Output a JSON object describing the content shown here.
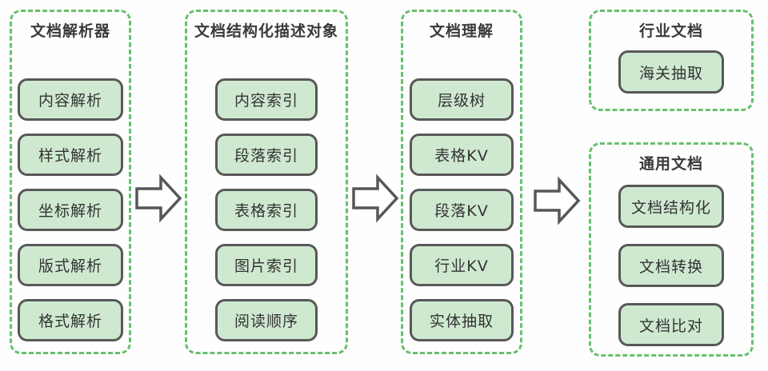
{
  "diagram": {
    "title": "document-processing-pipeline",
    "colors": {
      "background": "#fefefe",
      "group_dashed_border": "#68c06c",
      "box_fill": "#cfe9d0",
      "box_border": "#585858",
      "text": "#3a3a3a",
      "arrow_fill": "#ffffff",
      "arrow_outline": "#575757"
    },
    "columns": [
      {
        "title": "文档解析器",
        "items": [
          "内容解析",
          "样式解析",
          "坐标解析",
          "版式解析",
          "格式解析"
        ]
      },
      {
        "title": "文档结构化描述对象",
        "items": [
          "内容索引",
          "段落索引",
          "表格索引",
          "图片索引",
          "阅读顺序"
        ]
      },
      {
        "title": "文档理解",
        "items": [
          "层级树",
          "表格KV",
          "段落KV",
          "行业KV",
          "实体抽取"
        ]
      },
      {
        "title": "行业文档",
        "items": [
          "海关抽取"
        ]
      },
      {
        "title": "通用文档",
        "items": [
          "文档结构化",
          "文档转换",
          "文档比对"
        ]
      }
    ],
    "arrows": [
      {
        "name": "parser-to-structure",
        "direction": "right"
      },
      {
        "name": "structure-to-understanding",
        "direction": "right"
      },
      {
        "name": "understanding-to-applications",
        "direction": "right"
      }
    ]
  }
}
